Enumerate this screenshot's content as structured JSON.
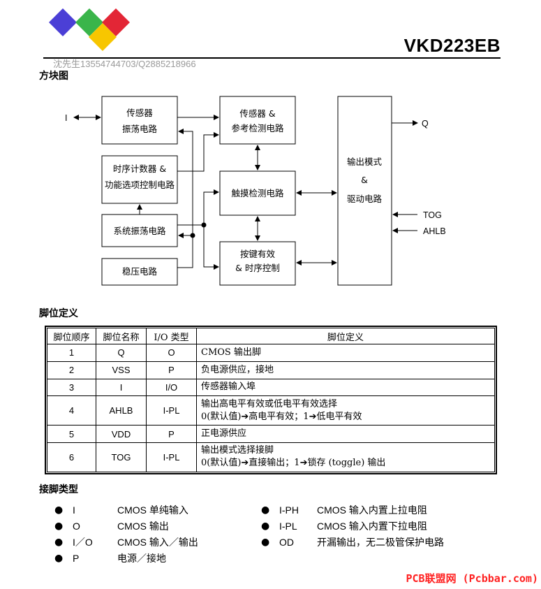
{
  "header": {
    "part_number": "VKD223EB",
    "watermark": "沈先生13554744703/Q2885218966"
  },
  "logo": {
    "colors": [
      "#4b3fd6",
      "#3ab54a",
      "#e32636",
      "#f7c600"
    ]
  },
  "block_diagram": {
    "title": "方块图",
    "sensor_osc": [
      "传感器",
      "振荡电路"
    ],
    "timer_counter": [
      "时序计数器 &",
      "功能选项控制电路"
    ],
    "system_osc": "系统振荡电路",
    "regulator": "稳压电路",
    "sensor_ref": [
      "传感器 &",
      "参考检测电路"
    ],
    "touch_detect": "触摸检测电路",
    "key_valid": [
      "按键有效",
      "& 时序控制"
    ],
    "output_mode": [
      "输出模式",
      "&",
      "驱动电路"
    ],
    "pin_i": "I",
    "pin_q": "Q",
    "pin_tog": "TOG",
    "pin_ahlb": "AHLB"
  },
  "pin_table": {
    "title": "脚位定义",
    "headers": [
      "脚位顺序",
      "脚位名称",
      "I/O 类型",
      "脚位定义"
    ],
    "rows": [
      {
        "no": "1",
        "name": "Q",
        "io": "O",
        "def1": "CMOS 输出脚",
        "def2": ""
      },
      {
        "no": "2",
        "name": "VSS",
        "io": "P",
        "def1": "负电源供应，接地",
        "def2": ""
      },
      {
        "no": "3",
        "name": "I",
        "io": "I/O",
        "def1": "传感器输入埠",
        "def2": ""
      },
      {
        "no": "4",
        "name": "AHLB",
        "io": "I-PL",
        "def1": "输出高电平有效或低电平有效选择",
        "def2": "0(默认值)➔高电平有效；1➔低电平有效"
      },
      {
        "no": "5",
        "name": "VDD",
        "io": "P",
        "def1": "正电源供应",
        "def2": ""
      },
      {
        "no": "6",
        "name": "TOG",
        "io": "I-PL",
        "def1": "输出模式选择接脚",
        "def2": "0(默认值)➔直接输出；1➔锁存 (toggle) 输出"
      }
    ]
  },
  "pin_types": {
    "title": "接脚类型",
    "items": [
      {
        "code": "I",
        "desc": "CMOS 单纯输入"
      },
      {
        "code": "O",
        "desc": "CMOS 输出"
      },
      {
        "code": "I／O",
        "desc": "CMOS 输入／输出"
      },
      {
        "code": "P",
        "desc": "电源／接地"
      },
      {
        "code": "I-PH",
        "desc": "CMOS 输入内置上拉电阻"
      },
      {
        "code": "I-PL",
        "desc": "CMOS 输入内置下拉电阻"
      },
      {
        "code": "OD",
        "desc": "开漏输出，无二极管保护电路"
      }
    ]
  },
  "footer": {
    "text": "PCB联盟网 (Pcbbar.com)",
    "color": "#ff2222"
  }
}
